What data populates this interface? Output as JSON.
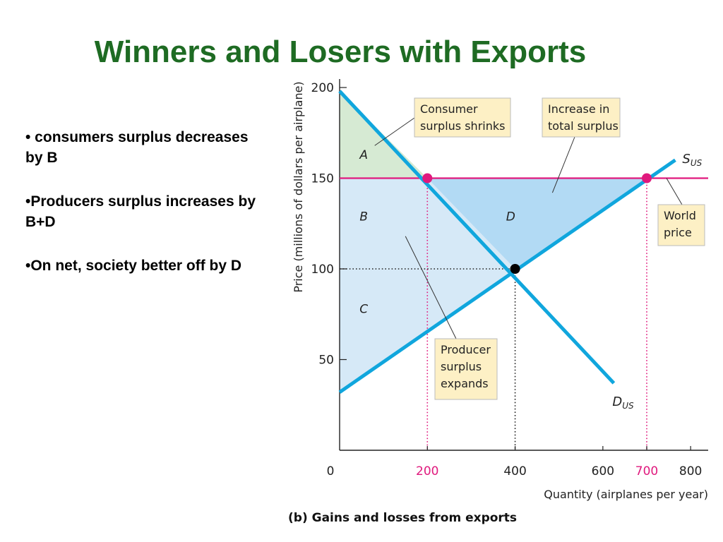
{
  "slide": {
    "title": "Winners and Losers with Exports",
    "bullets": [
      "• consumers surplus decreases by B",
      "•Producers surplus increases by B+D",
      "•On net, society better off by D"
    ]
  },
  "chart_data": {
    "type": "line",
    "caption": "(b) Gains and losses from exports",
    "xlabel": "Quantity (airplanes per year)",
    "ylabel": "Price (millions of dollars per airplane)",
    "xlim": [
      0,
      840
    ],
    "ylim": [
      0,
      200
    ],
    "x_ticks": [
      {
        "value": 0,
        "label": "0",
        "highlight": false
      },
      {
        "value": 200,
        "label": "200",
        "highlight": true
      },
      {
        "value": 400,
        "label": "400",
        "highlight": false
      },
      {
        "value": 600,
        "label": "600",
        "highlight": false
      },
      {
        "value": 700,
        "label": "700",
        "highlight": true
      },
      {
        "value": 800,
        "label": "800",
        "highlight": false
      }
    ],
    "y_ticks": [
      {
        "value": 50,
        "label": "50",
        "highlight": false
      },
      {
        "value": 100,
        "label": "100",
        "highlight": false
      },
      {
        "value": 150,
        "label": "150",
        "highlight": false
      },
      {
        "value": 200,
        "label": "200",
        "highlight": false
      }
    ],
    "series": [
      {
        "key": "demand",
        "label_main": "D",
        "label_sub": "US",
        "color": "#10a6dd",
        "points": [
          [
            0,
            198
          ],
          [
            625,
            37
          ]
        ]
      },
      {
        "key": "supply",
        "label_main": "S",
        "label_sub": "US",
        "color": "#10a6dd",
        "points": [
          [
            0,
            32
          ],
          [
            765,
            160
          ]
        ]
      }
    ],
    "world_price": {
      "value": 150,
      "color": "#e0197d"
    },
    "guides": [
      {
        "x": 200,
        "y": 150,
        "color": "#e0197d"
      },
      {
        "x": 700,
        "y": 150,
        "color": "#e0197d"
      },
      {
        "x": 400,
        "y": 100,
        "color": "#222222"
      }
    ],
    "points": [
      {
        "x": 200,
        "y": 150,
        "color": "#e0197d"
      },
      {
        "x": 700,
        "y": 150,
        "color": "#e0197d"
      },
      {
        "x": 400,
        "y": 100,
        "color": "#000000"
      }
    ],
    "regions": [
      {
        "label": "A",
        "color": "#d6ead3",
        "polygon": [
          [
            0,
            198
          ],
          [
            200,
            150
          ],
          [
            0,
            150
          ]
        ]
      },
      {
        "label": "B",
        "color": "#d6e9f7",
        "polygon": [
          [
            0,
            150
          ],
          [
            200,
            150
          ],
          [
            400,
            100
          ],
          [
            0,
            100
          ]
        ]
      },
      {
        "label": "C",
        "color": "#d6e9f7",
        "polygon": [
          [
            0,
            100
          ],
          [
            400,
            100
          ],
          [
            0,
            32
          ]
        ]
      },
      {
        "label": "D",
        "color": "#b2daf4",
        "polygon": [
          [
            200,
            150
          ],
          [
            700,
            150
          ],
          [
            400,
            100
          ]
        ]
      }
    ],
    "region_labels": [
      {
        "label": "A",
        "x": 55,
        "y": 163
      },
      {
        "label": "B",
        "x": 55,
        "y": 129
      },
      {
        "label": "C",
        "x": 55,
        "y": 78
      },
      {
        "label": "D",
        "x": 390,
        "y": 129
      }
    ],
    "callouts": [
      {
        "key": "consumer",
        "lines": [
          "Consumer",
          "surplus shrinks"
        ],
        "target": [
          80,
          168
        ],
        "box_anchor": [
          170,
          183
        ]
      },
      {
        "key": "total",
        "lines": [
          "Increase in",
          "total surplus"
        ],
        "target": [
          485,
          142
        ],
        "box_anchor": [
          525,
          180
        ]
      },
      {
        "key": "world",
        "lines": [
          "World",
          "price"
        ],
        "target": [
          745,
          150
        ],
        "box_anchor": [
          762,
          141
        ]
      },
      {
        "key": "producer",
        "lines": [
          "Producer",
          "surplus",
          "expands"
        ],
        "target": [
          150,
          118
        ],
        "box_anchor": [
          265,
          59
        ]
      }
    ]
  }
}
